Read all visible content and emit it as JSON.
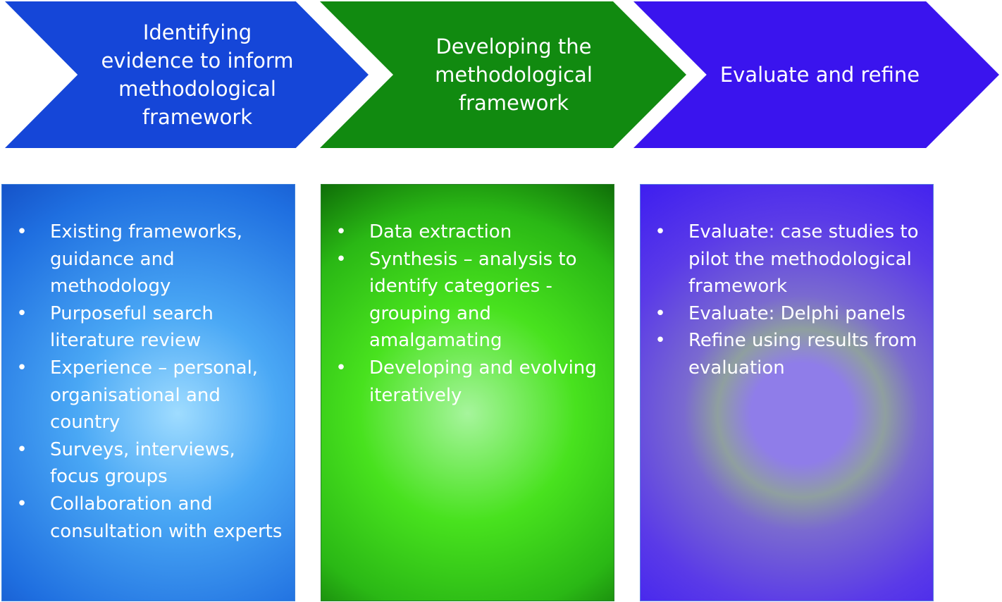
{
  "stages": [
    {
      "title": "Identifying\nevidence to inform\nmethodological\nframework",
      "color": "#1546d8",
      "items": [
        "Existing frameworks, guidance and methodology",
        "Purposeful search literature review",
        "Experience – personal, organisational and country",
        "Surveys, interviews, focus groups",
        "Collaboration and consultation with experts"
      ]
    },
    {
      "title": "Developing the\nmethodological\nframework",
      "color": "#118a10",
      "items": [
        "Data extraction",
        "Synthesis – analysis to identify categories - grouping and amalgamating",
        "Developing and evolving iteratively"
      ]
    },
    {
      "title": "Evaluate and refine",
      "color": "#3a14ee",
      "items": [
        "Evaluate: case studies to pilot the methodological framework",
        "Evaluate: Delphi panels",
        "Refine using results from evaluation"
      ]
    }
  ]
}
